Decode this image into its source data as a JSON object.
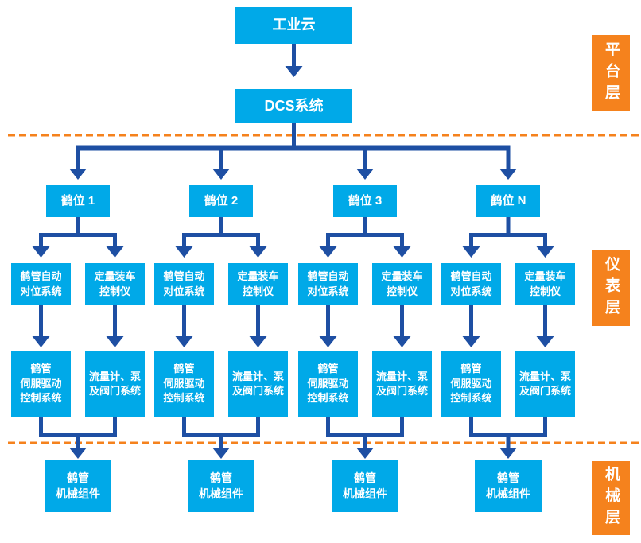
{
  "colors": {
    "box_cyan": "#00A9E8",
    "arrow_blue": "#1E4FA3",
    "layer_orange": "#F5821D",
    "text_white": "#ffffff"
  },
  "top": {
    "cloud": "工业云",
    "dcs": "DCS系统"
  },
  "branches": [
    {
      "title": "鹤位 1",
      "alignment_system": "鹤管自动\n对位系统",
      "loading_controller": "定量装车\n控制仪",
      "servo_system": "鹤管\n伺服驱动\n控制系统",
      "flow_system": "流量计、泵\n及阀门系统",
      "mechanical": "鹤管\n机械组件"
    },
    {
      "title": "鹤位 2",
      "alignment_system": "鹤管自动\n对位系统",
      "loading_controller": "定量装车\n控制仪",
      "servo_system": "鹤管\n伺服驱动\n控制系统",
      "flow_system": "流量计、泵\n及阀门系统",
      "mechanical": "鹤管\n机械组件"
    },
    {
      "title": "鹤位 3",
      "alignment_system": "鹤管自动\n对位系统",
      "loading_controller": "定量装车\n控制仪",
      "servo_system": "鹤管\n伺服驱动\n控制系统",
      "flow_system": "流量计、泵\n及阀门系统",
      "mechanical": "鹤管\n机械组件"
    },
    {
      "title": "鹤位 N",
      "alignment_system": "鹤管自动\n对位系统",
      "loading_controller": "定量装车\n控制仪",
      "servo_system": "鹤管\n伺服驱动\n控制系统",
      "flow_system": "流量计、泵\n及阀门系统",
      "mechanical": "鹤管\n机械组件"
    }
  ],
  "layers": [
    {
      "label": "平台层"
    },
    {
      "label": "仪表层"
    },
    {
      "label": "机械层"
    }
  ]
}
